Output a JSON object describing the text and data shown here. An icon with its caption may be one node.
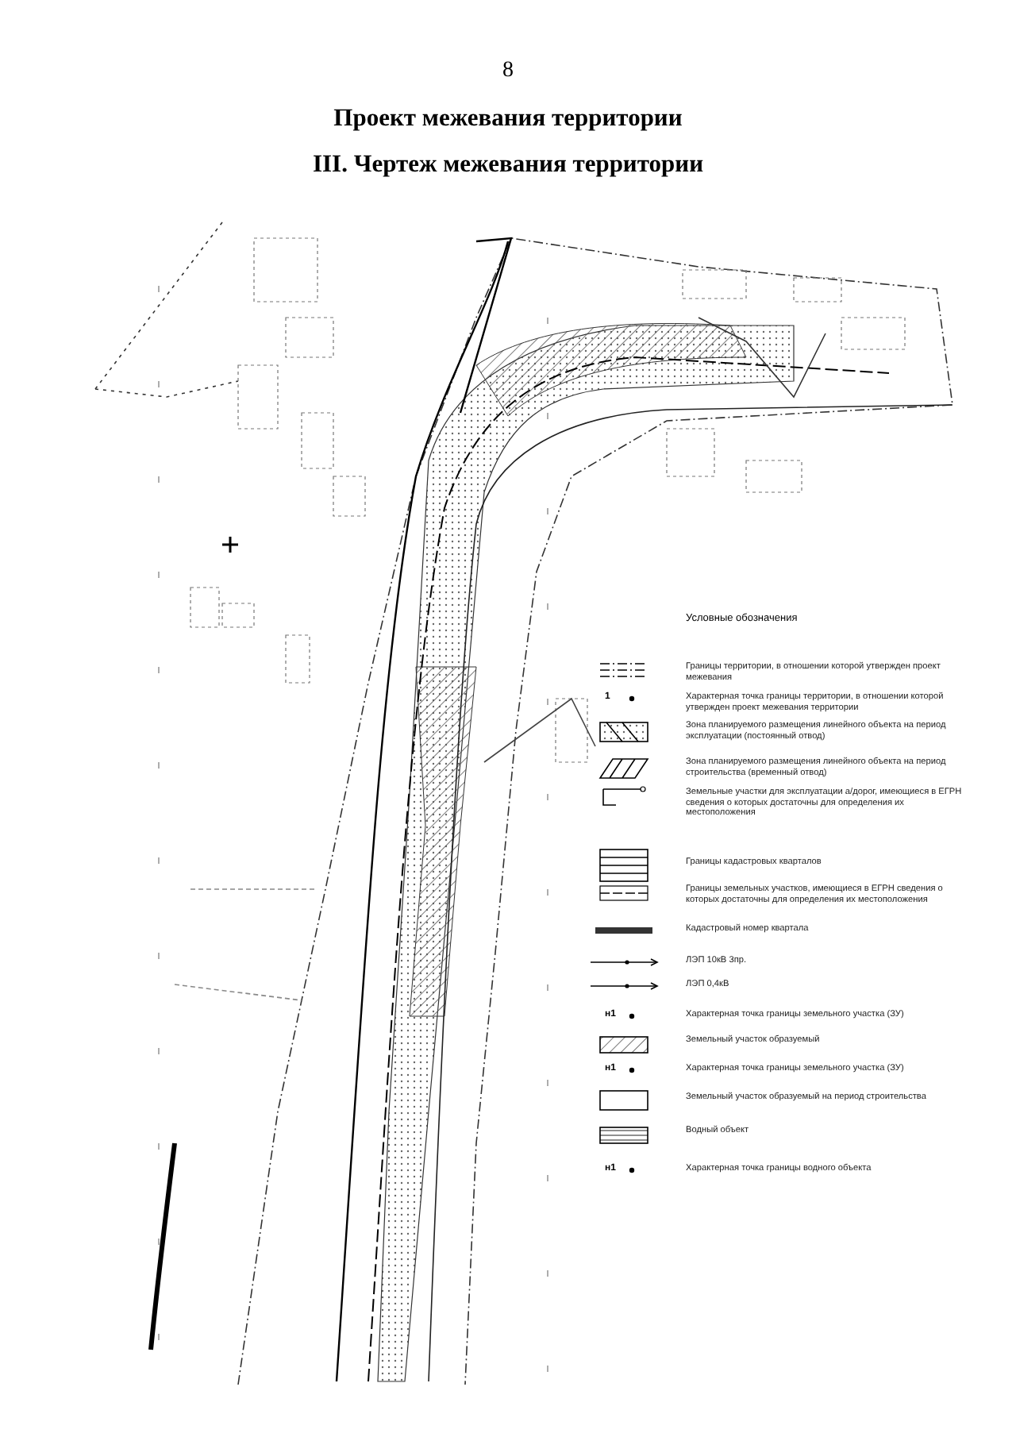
{
  "diagram": {
    "title": "Проект межевания территории",
    "labels": [
      "8",
      "III. Чертеж межевания территории",
      "Условные обозначения",
      "1",
      "н1",
      "н1",
      "н1"
    ],
    "legend": [
      {
        "text": "Границы территории, в отношении которой утвержден проект межевания"
      },
      {
        "text": "Характерная точка границы территории, в отношении которой утвержден проект межевания территории"
      },
      {
        "text": "Зона планируемого размещения линейного объекта на период эксплуатации (постоянный отвод)"
      },
      {
        "text": "Зона планируемого размещения линейного объекта на период строительства (временный отвод)"
      },
      {
        "text": "Земельные участки для эксплуатации а/дорог, имеющиеся в ЕГРН сведения о которых достаточны для определения их местоположения"
      },
      {
        "text": "Границы кадастровых кварталов"
      },
      {
        "text": "Границы земельных участков, имеющиеся в ЕГРН сведения о которых достаточны для определения их местоположения"
      },
      {
        "text": "Кадастровый номер квартала"
      },
      {
        "text": "ЛЭП 10кВ 3пр."
      },
      {
        "text": "ЛЭП 0,4кВ"
      },
      {
        "text": "Характерная точка границы земельного участка (ЗУ)"
      },
      {
        "text": "Земельный участок образуемый"
      },
      {
        "text": "Характерная точка границы земельного участка (ЗУ)"
      },
      {
        "text": "Земельный участок образуемый на период строительства"
      },
      {
        "text": "Водный объект"
      },
      {
        "text": "Характерная точка границы водного объекта"
      }
    ]
  }
}
